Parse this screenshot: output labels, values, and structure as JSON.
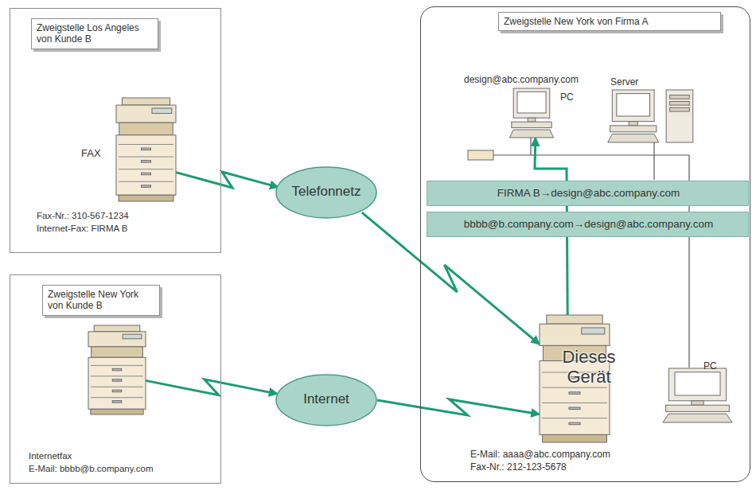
{
  "diagram": {
    "nodes": [
      {
        "text": [
          "Zweigstelle Los Angeles von Kunde B"
        ]
      },
      {
        "text": [
          "FAX",
          "Fax-Nr.: 310-567-1234",
          "Internet-Fax: FIRMA B"
        ],
        "in": 0
      },
      {
        "text": [
          "Zweigstelle New York von Kunde B"
        ]
      },
      {
        "text": [
          "Internetfax",
          "E-Mail: bbbb@b.company.com"
        ],
        "in": 2
      },
      {
        "text": [
          "Telefonnetz"
        ]
      },
      {
        "text": [
          "Internet"
        ]
      },
      {
        "text": [
          "Zweigstelle New York von Firma A"
        ]
      },
      {
        "text": [
          "design@abc.company.com",
          "PC"
        ],
        "in": 6
      },
      {
        "text": [
          "Server"
        ],
        "in": 6
      },
      {
        "text": [
          "FIRMA B→design@abc.company.com"
        ],
        "in": 6
      },
      {
        "text": [
          "bbbb@b.company.com→design@abc.company.com"
        ],
        "in": 6
      },
      {
        "text": [
          "Dieses Gerät",
          "E-Mail: aaaa@abc.company.com",
          "Fax-Nr.: 212-123-5678"
        ],
        "in": 6
      },
      {
        "text": [
          "PC"
        ],
        "in": 6
      }
    ],
    "edges": [
      {
        "from": 1,
        "to": 4,
        "arrow": "to"
      },
      {
        "from": 4,
        "to": 11,
        "arrow": "to"
      },
      {
        "from": 3,
        "to": 5,
        "arrow": "to"
      },
      {
        "from": 5,
        "to": 11,
        "arrow": "to"
      },
      {
        "from": 11,
        "to": 7,
        "arrow": "to"
      }
    ]
  }
}
